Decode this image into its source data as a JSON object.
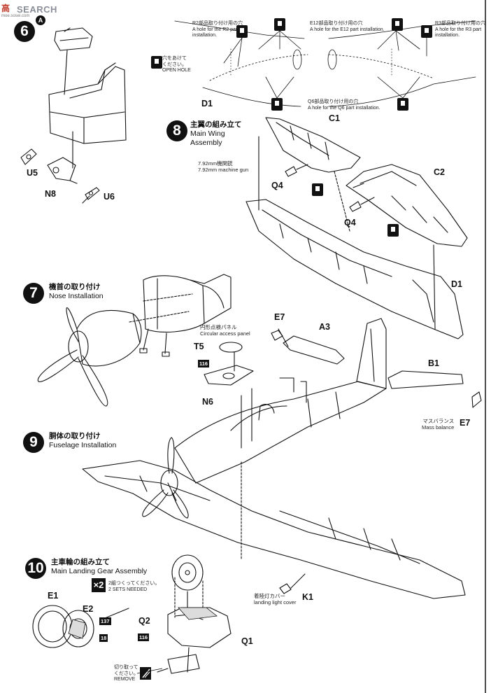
{
  "watermark": {
    "line1": "高",
    "line2": "SEARCH",
    "line3": "moe.sosei.com"
  },
  "colors": {
    "ink": "#111111",
    "paper": "#ffffff",
    "shade": "#dcdcdc"
  },
  "icons": [
    "open-hole-icon",
    "cut-off-icon",
    "paint-callout-icon",
    "step-marker-icon"
  ],
  "top": {
    "r2_note": "R2部品取り付け用の穴\nA hole for the R2 part\ninstallation.",
    "e12_note": "E12部品取り付け用の穴\nA hole for the E12 part installation.",
    "r3_note": "R3部品取り付け用の穴\nA hole for the R3 part\ninstallation.",
    "open_hole_note": "穴をあけて\nください。\nOPEN HOLE",
    "q6_note": "Q6部品取り付け用の穴\nA hole for the Q6 part installation.",
    "d1": "D1"
  },
  "steps": {
    "s6": {
      "num": "6",
      "marker": "A",
      "parts": [
        "U5",
        "N8",
        "U6"
      ]
    },
    "s7": {
      "num": "7",
      "jp": "機首の取り付け",
      "en": "Nose Installation"
    },
    "s8": {
      "num": "8",
      "jp": "主翼の組み立て",
      "en1": "Main Wing",
      "en2": "Assembly",
      "gun_jp": "7.92mm機関銃",
      "gun_en": "7.92mm machine gun",
      "parts": [
        "C1",
        "C2",
        "Q4",
        "Q4",
        "D1"
      ]
    },
    "s9": {
      "num": "9",
      "jp": "胴体の取り付け",
      "en": "Fuselage Installation",
      "panel_jp": "円形点検パネル",
      "panel_en": "Circular access panel",
      "mass_jp": "マスバランス",
      "mass_en": "Mass balance",
      "light_jp": "着陸灯カバー",
      "light_en": "landing light cover",
      "paint": "116",
      "parts": [
        "E7",
        "A3",
        "T5",
        "B1",
        "N6",
        "E7",
        "K1"
      ]
    },
    "s10": {
      "num": "10",
      "jp": "主車輪の組み立て",
      "en": "Main Landing Gear Assembly",
      "x2": "×2",
      "sets_note": "2組つくってください。\n2 SETS NEEDED",
      "remove_note": "切り取って\nください。\nREMOVE",
      "paints": [
        "137",
        "18",
        "116"
      ],
      "parts": [
        "E1",
        "E2",
        "Q2",
        "Q1"
      ]
    }
  }
}
